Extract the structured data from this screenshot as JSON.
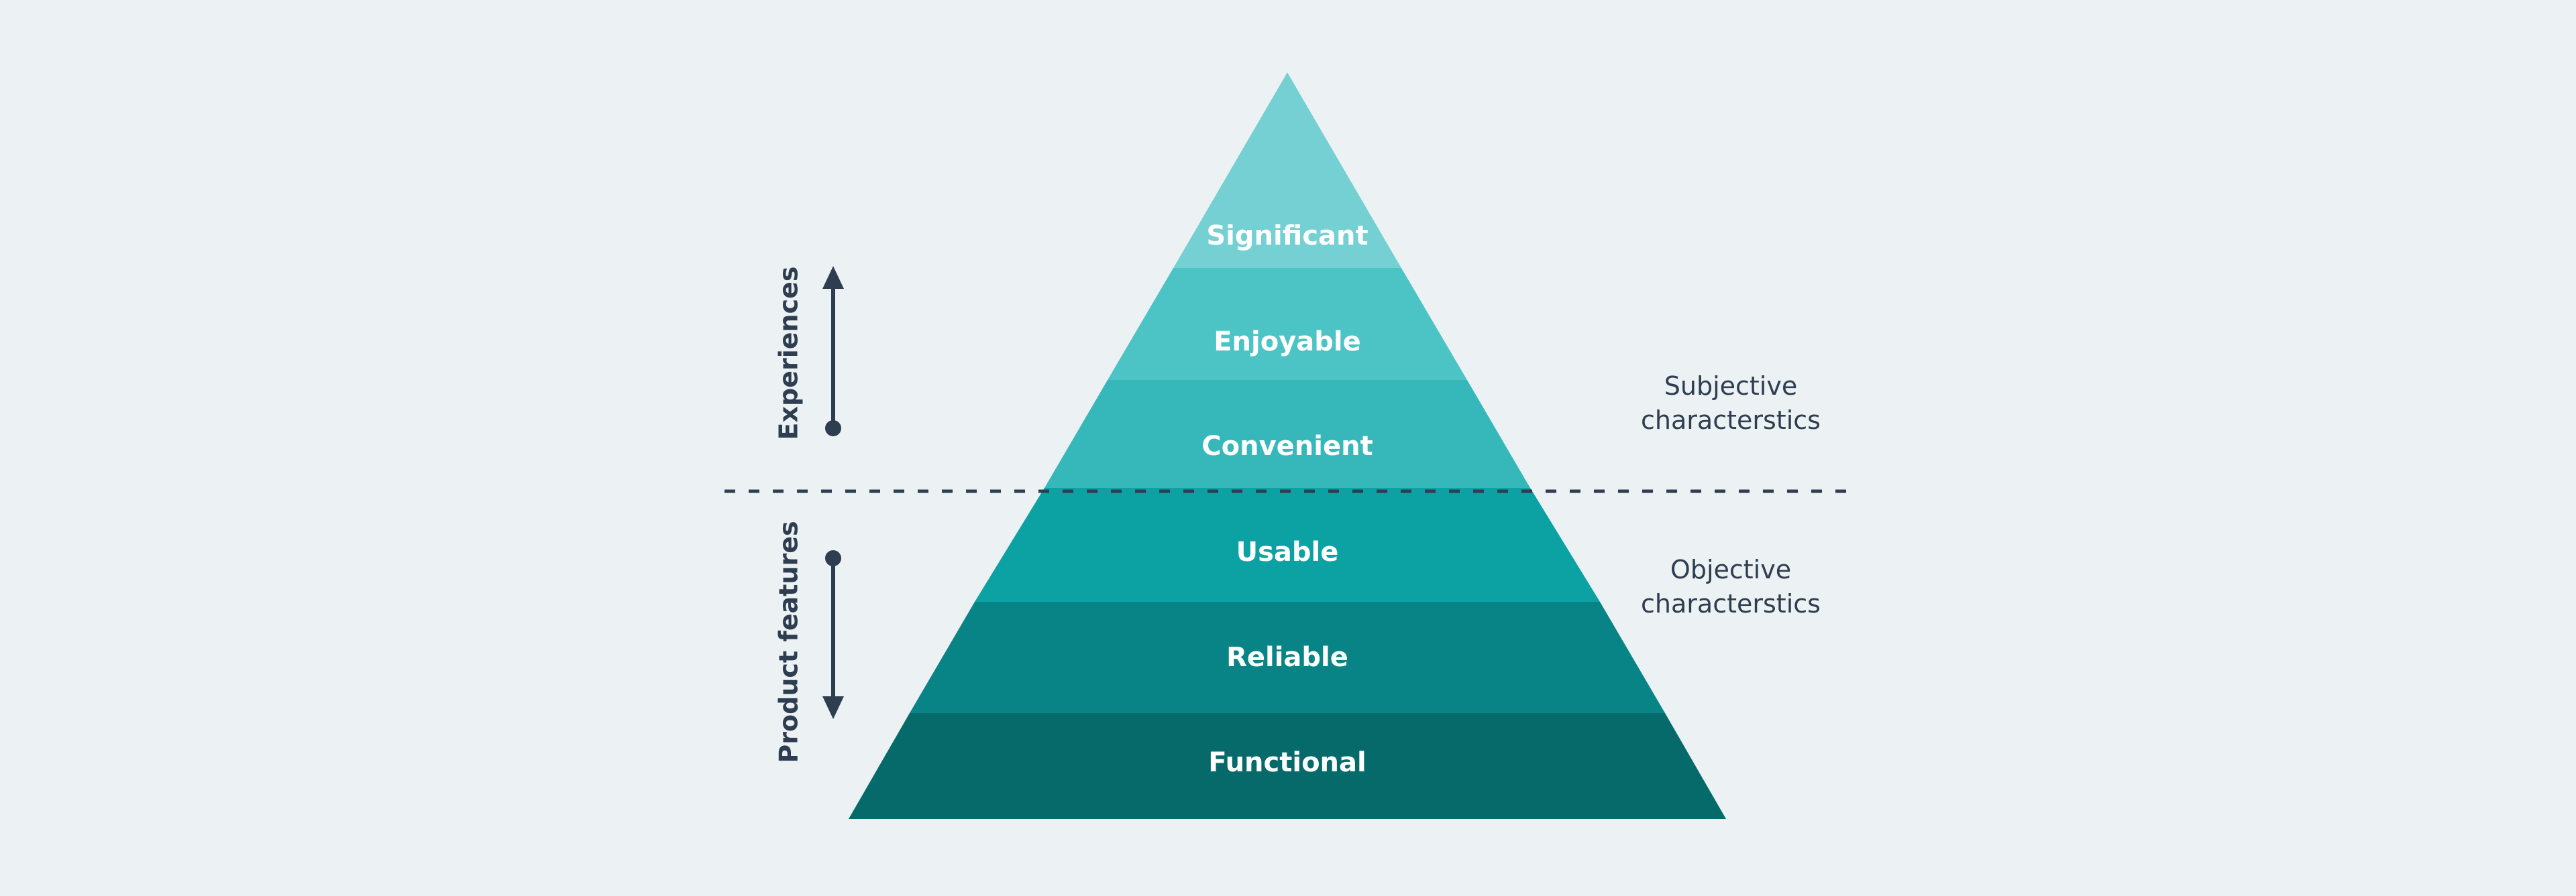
{
  "pyramid": {
    "layers": [
      {
        "label": "Significant",
        "color": "#74D0D2"
      },
      {
        "label": "Enjoyable",
        "color": "#4CC3C5"
      },
      {
        "label": "Convenient",
        "color": "#36B8BA"
      },
      {
        "label": "Usable",
        "color": "#0CA1A2"
      },
      {
        "label": "Reliable",
        "color": "#088486"
      },
      {
        "label": "Functional",
        "color": "#066A6B"
      }
    ]
  },
  "left_axis": {
    "upper": {
      "label": "Experiences"
    },
    "lower": {
      "label": "Product features"
    }
  },
  "right_notes": {
    "subjective": {
      "line1": "Subjective",
      "line2": "characterstics"
    },
    "objective": {
      "line1": "Objective",
      "line2": "characterstics"
    }
  },
  "colors": {
    "background": "#ECF2F4",
    "ink": "#2E3D4F"
  }
}
